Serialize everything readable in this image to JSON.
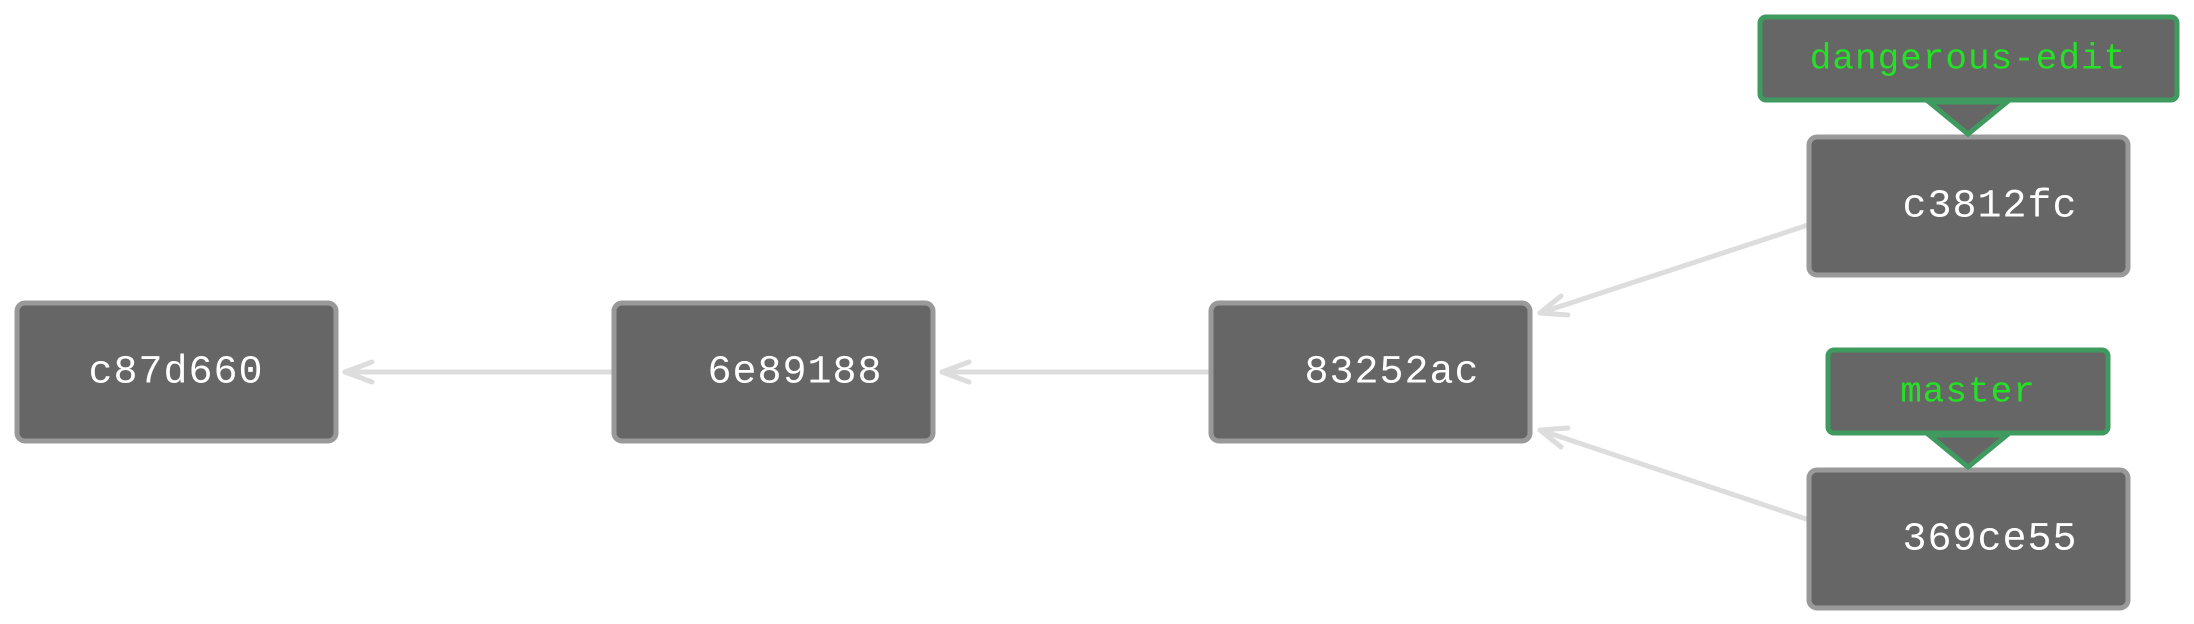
{
  "diagram": {
    "commits": [
      {
        "id": "c87d660",
        "label": "c87d660"
      },
      {
        "id": "6e89188",
        "label": "6e89188"
      },
      {
        "id": "83252ac",
        "label": "83252ac"
      },
      {
        "id": "c3812fc",
        "label": "c3812fc"
      },
      {
        "id": "369ce55",
        "label": "369ce55"
      }
    ],
    "branches": [
      {
        "name": "dangerous-edit",
        "target": "c3812fc"
      },
      {
        "name": "master",
        "target": "369ce55"
      }
    ],
    "parent_links": [
      {
        "child": "6e89188",
        "parent": "c87d660"
      },
      {
        "child": "83252ac",
        "parent": "6e89188"
      },
      {
        "child": "c3812fc",
        "parent": "83252ac"
      },
      {
        "child": "369ce55",
        "parent": "83252ac"
      }
    ],
    "colors": {
      "commit_fill": "#666666",
      "commit_border": "#999999",
      "commit_text": "#ffffff",
      "branch_border": "#3f9a5f",
      "branch_text": "#25e125",
      "edge": "#dddddd"
    }
  }
}
